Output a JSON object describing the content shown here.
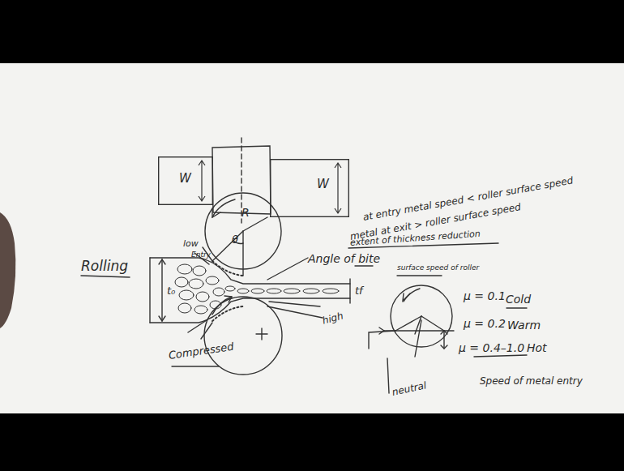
{
  "diagram": {
    "nodes": [
      {
        "text": [
          "W"
        ]
      },
      {
        "text": [
          "W"
        ]
      },
      {
        "text": [
          "R",
          "θ"
        ]
      }
    ],
    "labels": [
      "Rolling",
      "Angle of bite",
      "Entry",
      "low",
      "t₀",
      "tf",
      "high",
      "Compressed",
      "at entry metal speed < roller surface speed",
      "metal at exit > roller surface speed",
      "extent of thickness reduction",
      "surface speed of roller",
      "μ = 0.1",
      "Cold",
      "μ = 0.2",
      "Warm",
      "μ = 0.4–1.0",
      "Hot",
      "neutral",
      "Speed of metal entry"
    ]
  }
}
